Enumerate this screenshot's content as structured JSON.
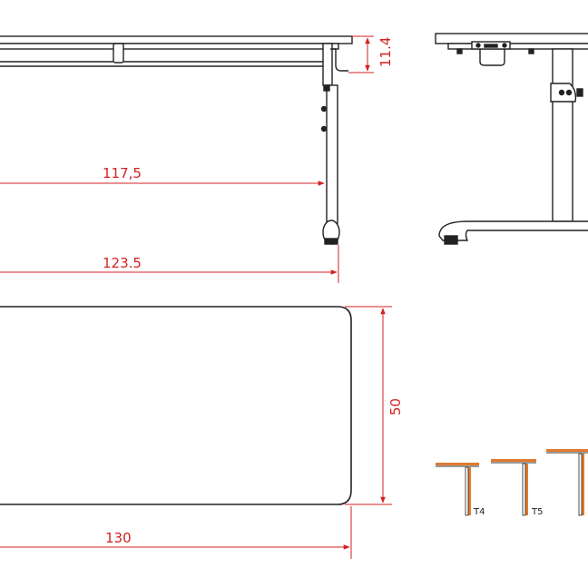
{
  "dimensions": {
    "top_height": "11.4",
    "leg_span": "117,5",
    "foot_span": "123.5",
    "top_depth": "50",
    "top_width": "130"
  },
  "variants": {
    "t4": "T4",
    "t5": "T5"
  },
  "colors": {
    "dimension": "#d42020",
    "outline": "#222222",
    "variant_accent": "#e07a30"
  }
}
